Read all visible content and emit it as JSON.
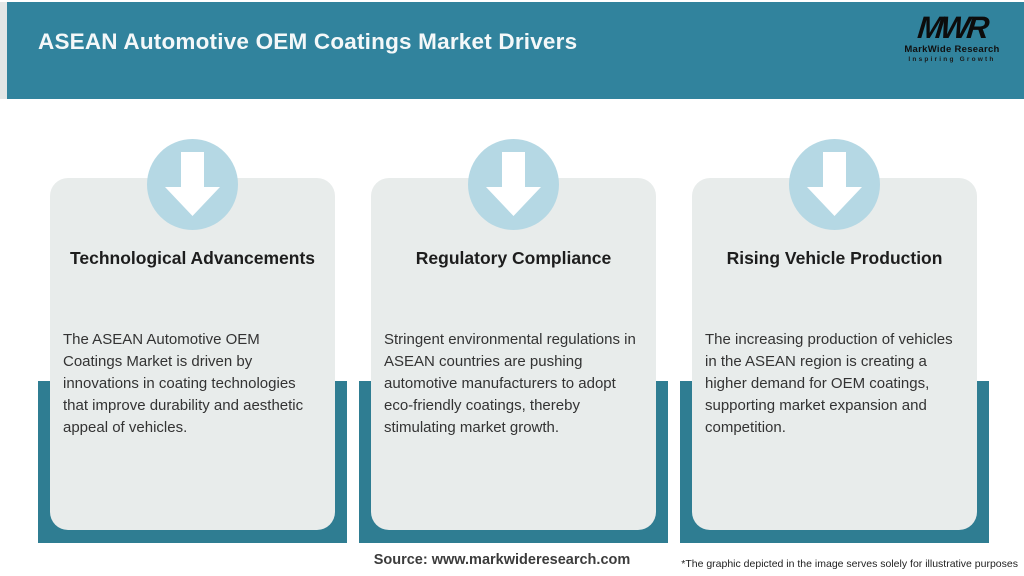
{
  "header": {
    "title": "ASEAN Automotive OEM Coatings Market Drivers"
  },
  "logo": {
    "monogram": "MWR",
    "name": "MarkWide Research",
    "tagline": "Inspiring Growth"
  },
  "cards": [
    {
      "icon": "down-arrow-icon",
      "title": "Technological Advancements",
      "body": "The ASEAN Automotive OEM Coatings Market is driven by innovations in coating technologies that improve durability and aesthetic appeal of vehicles."
    },
    {
      "icon": "down-arrow-icon",
      "title": "Regulatory Compliance",
      "body": "Stringent environmental regulations in ASEAN countries are pushing automotive manufacturers to adopt eco-friendly coatings, thereby stimulating market growth."
    },
    {
      "icon": "down-arrow-icon",
      "title": "Rising Vehicle Production",
      "body": "The increasing production of vehicles in the ASEAN region is creating a higher demand for OEM coatings, supporting market expansion and competition."
    }
  ],
  "footer": {
    "source": "Source: www.markwideresearch.com",
    "disclaimer": "*The graphic depicted in the image serves solely for illustrative purposes"
  },
  "colors": {
    "header_bg": "#31839d",
    "frame_teal": "#2f7d92",
    "card_bg": "#e8eceb",
    "icon_circle": "#b5d8e4",
    "icon_arrow": "#ffffff",
    "title_text": "#1d1d1d",
    "body_text": "#333333",
    "source_text": "#3c3c3c"
  }
}
